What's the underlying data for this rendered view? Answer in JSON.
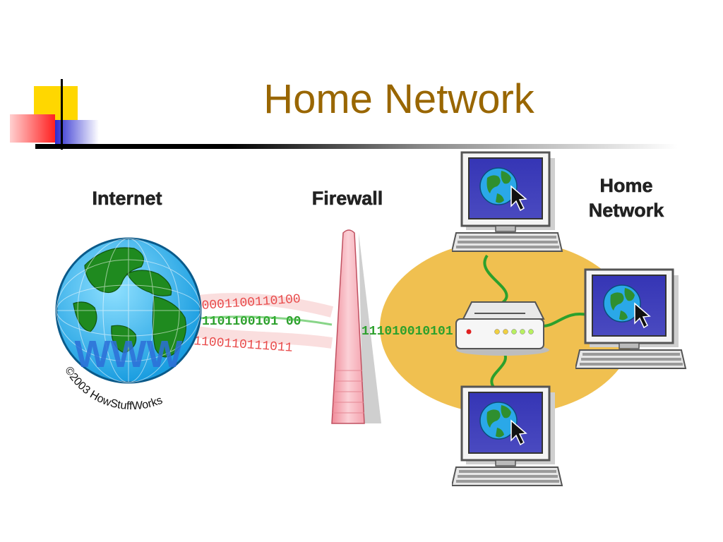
{
  "slide": {
    "title": "Home Network"
  },
  "diagram": {
    "labels": {
      "internet": "Internet",
      "firewall": "Firewall",
      "home_network_line1": "Home",
      "home_network_line2": "Network"
    },
    "globe_text": "WWW",
    "copyright": "©2003 HowStuffWorks",
    "bit_streams": {
      "red_top": "0001100110100",
      "green_middle": "1101100101 00",
      "red_bottom": "1100110111011",
      "green_after_firewall": "111010010101"
    }
  },
  "colors": {
    "title": "#996600",
    "deco_yellow": "#ffd700",
    "deco_red": "#ff3333",
    "deco_blue": "#3333cc",
    "lan_ellipse": "#f0c050",
    "firewall_pink": "#f7b3bb",
    "bits_red": "#e84a4a",
    "bits_green": "#2ca02c",
    "monitor_screen": "#3c3ca8"
  },
  "icons": [
    "globe-icon",
    "firewall-icon",
    "router-icon",
    "computer-icon"
  ]
}
